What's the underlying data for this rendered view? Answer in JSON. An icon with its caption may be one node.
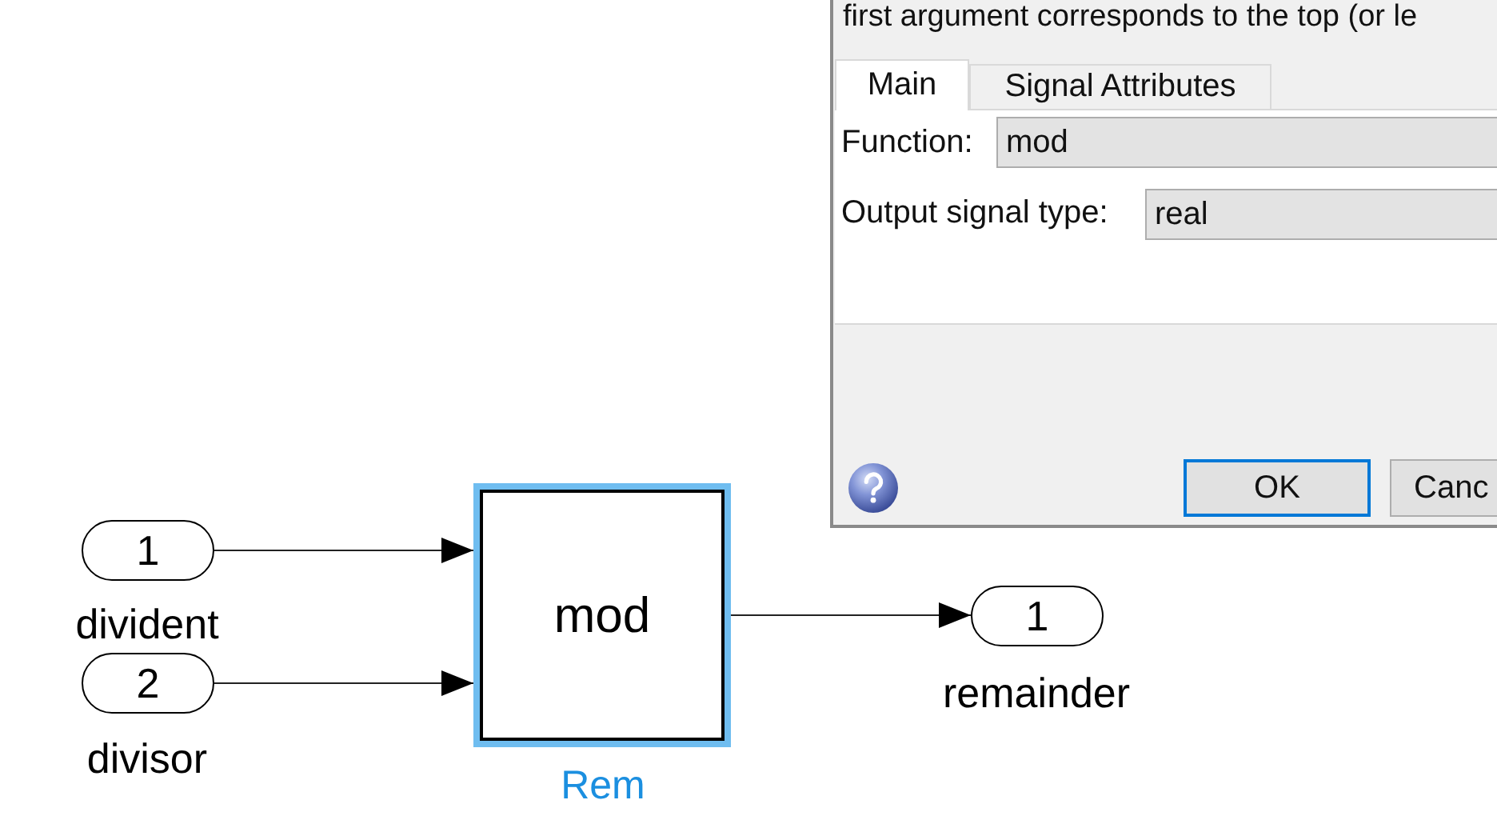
{
  "diagram": {
    "nodes": [
      {
        "text": [
          "1"
        ],
        "beside": [
          "divident"
        ]
      },
      {
        "text": [
          "2"
        ],
        "beside": [
          "divisor"
        ]
      },
      {
        "text": [
          "mod"
        ],
        "beside": [
          "Rem"
        ]
      },
      {
        "text": [
          "1"
        ],
        "beside": [
          "remainder"
        ]
      }
    ],
    "edges": [
      {
        "from": 0,
        "to": 2,
        "arrow": "to"
      },
      {
        "from": 1,
        "to": 2,
        "arrow": "to"
      },
      {
        "from": 2,
        "to": 3,
        "arrow": "to"
      }
    ],
    "labels": [
      "first argument corresponds to the top (or le",
      "Main",
      "Signal Attributes",
      "Function:",
      "mod",
      "Output signal type:",
      "real",
      "OK",
      "Canc"
    ]
  }
}
